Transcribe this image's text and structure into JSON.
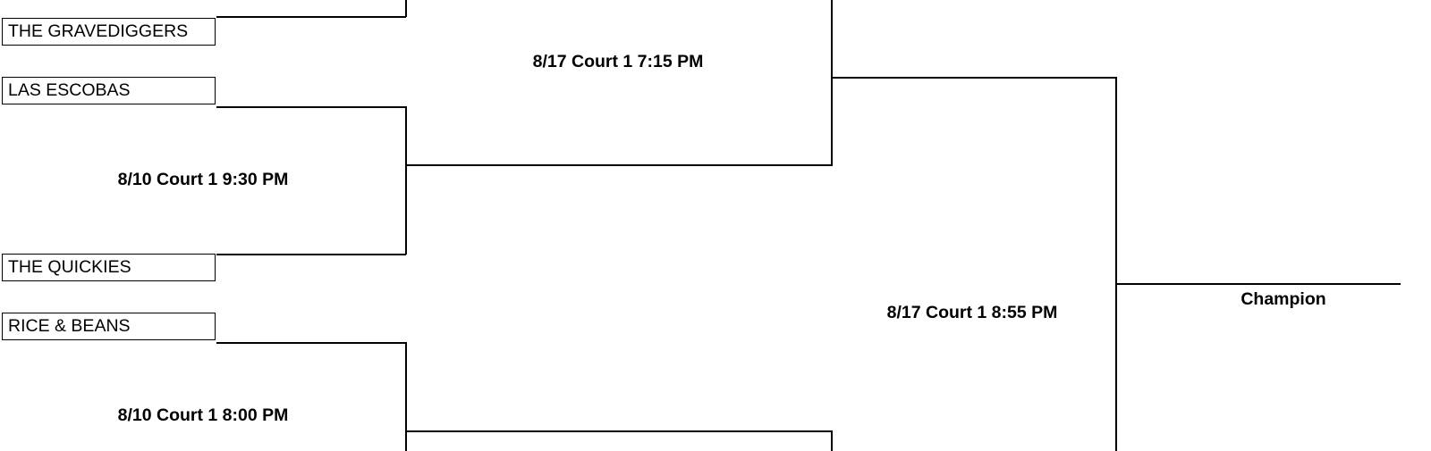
{
  "teams": [
    {
      "name": "THE GRAVEDIGGERS"
    },
    {
      "name": "LAS ESCOBAS"
    },
    {
      "name": "THE QUICKIES"
    },
    {
      "name": "RICE & BEANS"
    }
  ],
  "matches": {
    "round1_a": "8/10 Court 1 9:30 PM",
    "round1_b": "8/10 Court 1 8:00 PM",
    "round2_top": "8/17 Court 1 7:15 PM",
    "final": "8/17 Court 1 8:55 PM"
  },
  "champion_label": "Champion"
}
